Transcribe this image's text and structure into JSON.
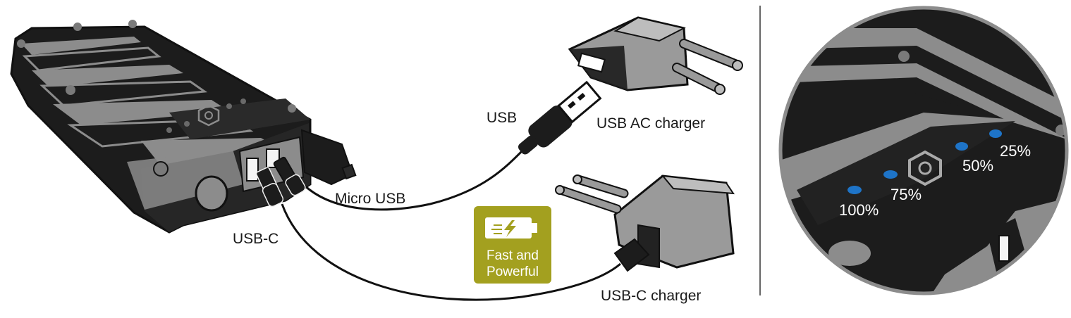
{
  "labels": {
    "usb": "USB",
    "usb_ac_charger": "USB AC charger",
    "micro_usb": "Micro USB",
    "usb_c": "USB-C",
    "usb_c_charger": "USB-C charger"
  },
  "badge": {
    "line1": "Fast and",
    "line2": "Powerful",
    "icon": "battery-charging-icon",
    "color": "#a3a01f"
  },
  "zoom": {
    "indicator_levels": [
      "100%",
      "75%",
      "50%",
      "25%"
    ],
    "led_color": "#1e74c8"
  },
  "colors": {
    "device_dark": "#1c1c1c",
    "device_gray": "#8c8c8c",
    "charger_gray": "#9a9a9a"
  }
}
